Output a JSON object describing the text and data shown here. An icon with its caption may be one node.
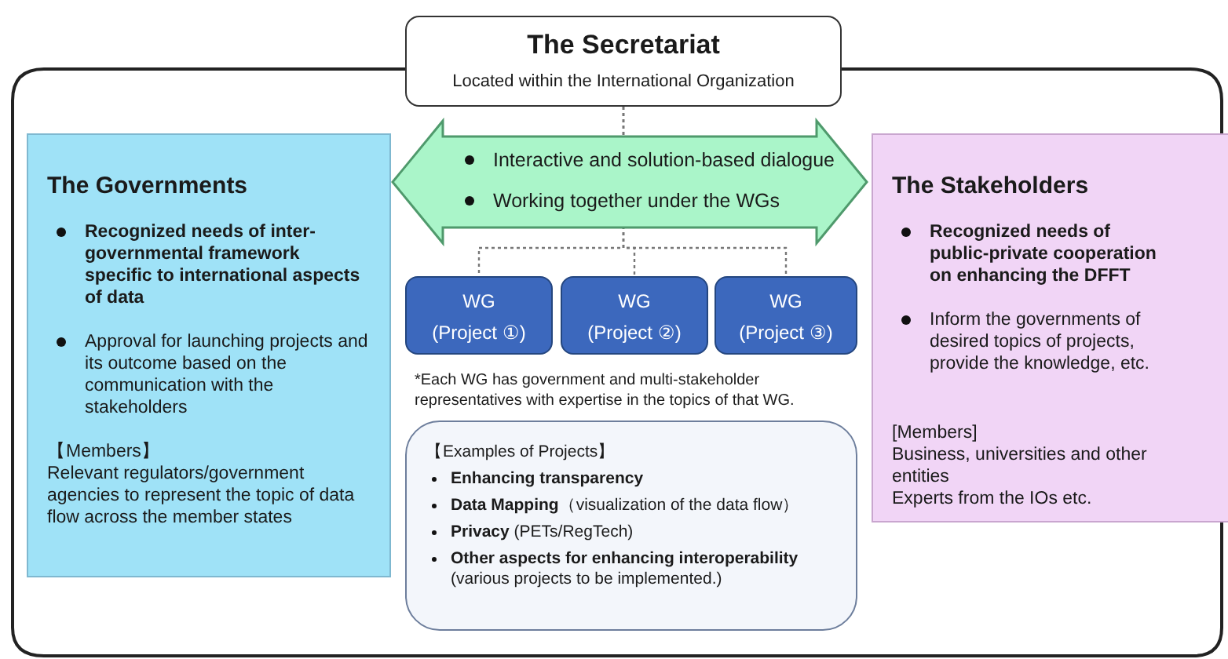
{
  "diagram": {
    "nodes": [
      {
        "text": [
          "The Secretariat",
          "Located within the International Organization"
        ]
      },
      {
        "text": [
          "The Governments",
          "Recognized needs of inter-governmental framework specific to international aspects of data",
          "Approval for launching projects and its outcome based on the communication with the stakeholders",
          "【Members】",
          "Relevant regulators/government agencies to represent the topic of data flow across the member states"
        ]
      },
      {
        "text": [
          "The Stakeholders",
          "Recognized needs of public-private cooperation on enhancing the DFFT",
          "Inform the governments of desired topics of projects, provide the knowledge, etc.",
          "[Members]",
          "Business, universities and other entities",
          "Experts from the IOs etc."
        ]
      },
      {
        "text": [
          "WG",
          "(Project ①)"
        ]
      },
      {
        "text": [
          "WG",
          "(Project ②)"
        ]
      },
      {
        "text": [
          "WG",
          "(Project ③)"
        ]
      },
      {
        "text": [
          "【Examples of Projects】",
          "**Enhancing transparency**",
          "**Data Mapping**（visualization of the data flow）",
          "**Privacy** (PETs/RegTech)",
          "**Other aspects for enhancing interoperability** (various projects to be implemented.)"
        ]
      }
    ],
    "edges": [
      {
        "from": 1,
        "to": 2,
        "arrow": "both",
        "label": "Interactive and solution-based dialogue"
      },
      {
        "from": 0,
        "to": 3,
        "arrow": "none",
        "style": "dashed"
      },
      {
        "from": 0,
        "to": 4,
        "arrow": "none",
        "style": "dashed"
      },
      {
        "from": 0,
        "to": 5,
        "arrow": "none",
        "style": "dashed"
      }
    ],
    "labels": [
      "Working together under the WGs",
      "*Each WG has government and multi-stakeholder representatives with expertise in the topics of that WG."
    ]
  }
}
